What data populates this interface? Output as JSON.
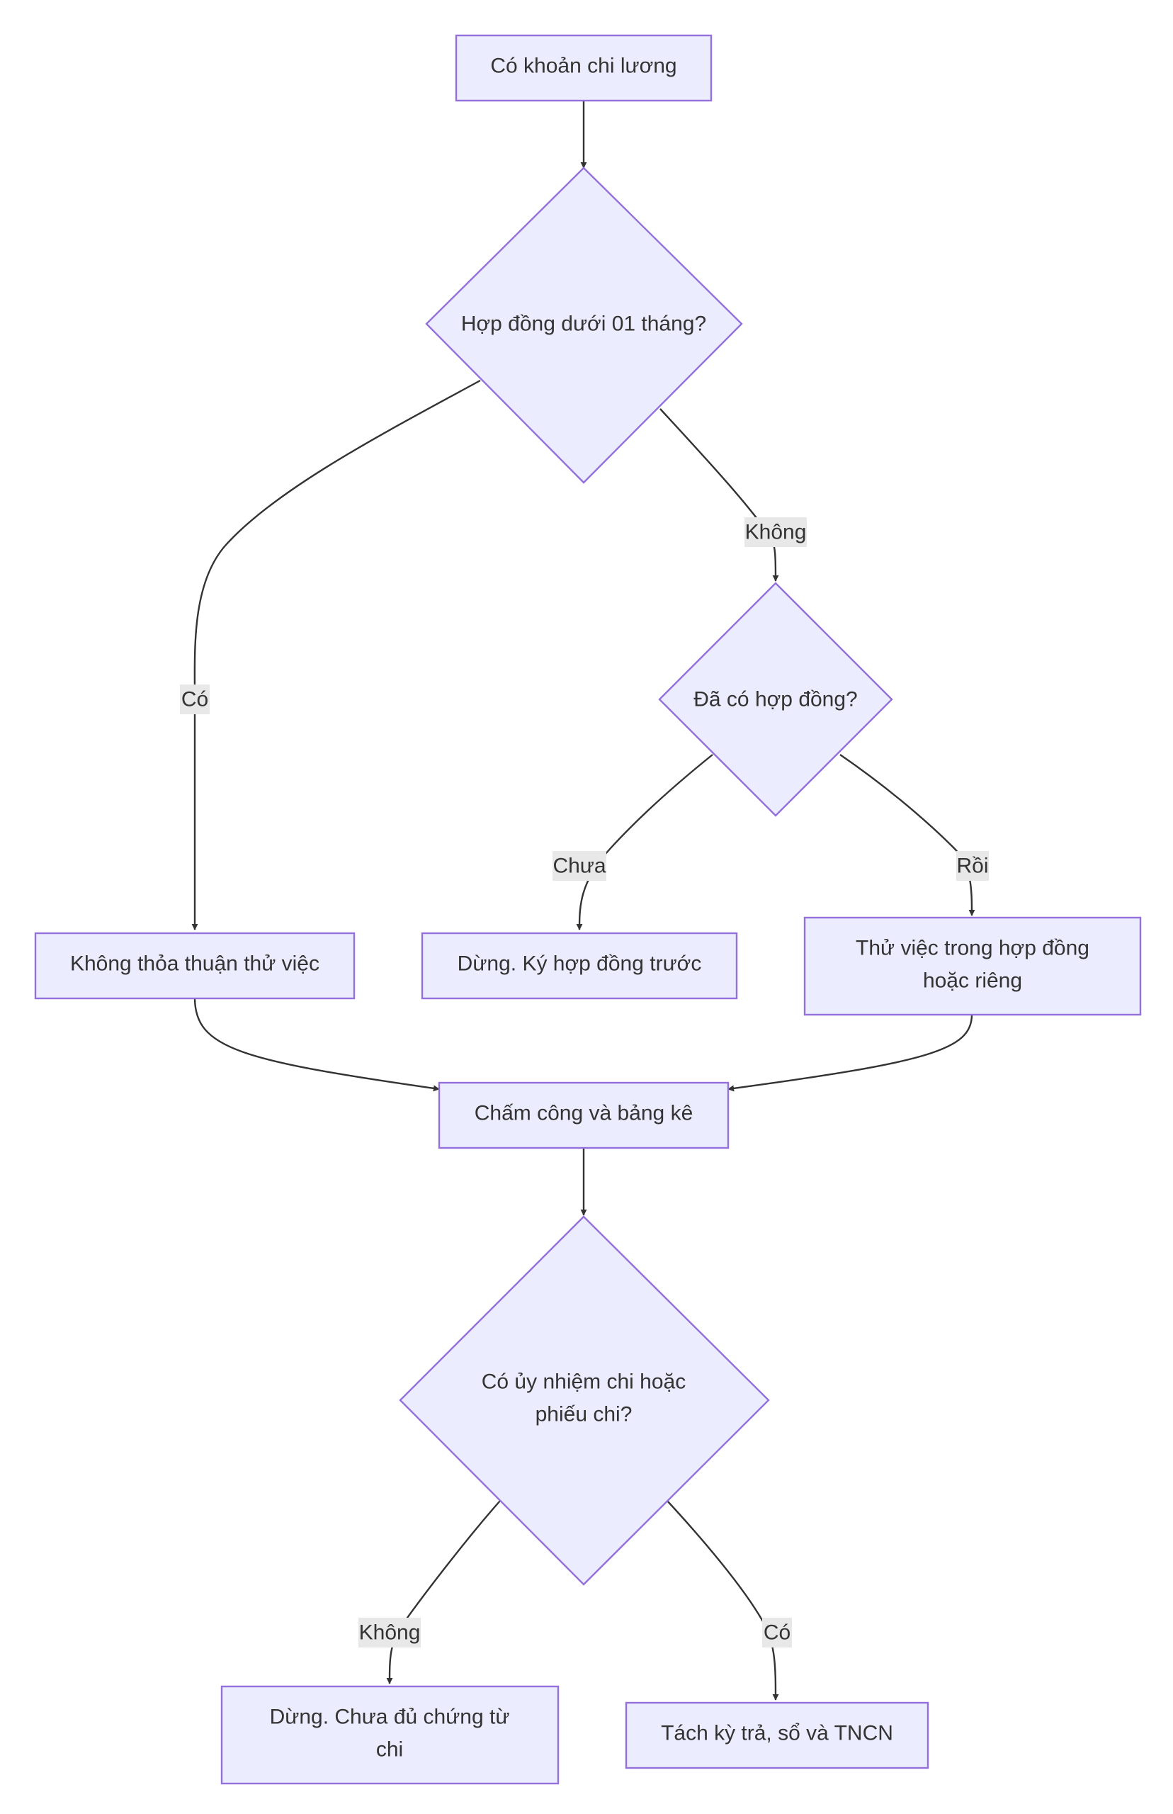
{
  "nodes": {
    "start": "Có khoản chi lương",
    "q_contract": "Hợp đồng dưới 01 tháng?",
    "q_signed": "Đã có hợp đồng?",
    "no_probation": "Không thỏa thuận thử việc",
    "stop_sign": "Dừng. Ký hợp đồng trước",
    "probation_line1": "Thử việc trong hợp đồng",
    "probation_line2": "hoặc riêng",
    "timesheet": "Chấm công và bảng kê",
    "q_payment_line1": "Có ủy nhiệm chi hoặc",
    "q_payment_line2": "phiếu chi?",
    "stop_docs_line1": "Dừng. Chưa đủ chứng từ",
    "stop_docs_line2": "chi",
    "split": "Tách kỳ trả, sổ và TNCN"
  },
  "edge_labels": {
    "contract_no": "Không",
    "contract_yes": "Có",
    "signed_no": "Chưa",
    "signed_yes": "Rồi",
    "payment_no": "Không",
    "payment_yes": "Có"
  },
  "colors": {
    "node_fill": "#ececff",
    "node_stroke": "#9370db",
    "edge": "#333333",
    "label_bg": "#e8e8e8"
  }
}
